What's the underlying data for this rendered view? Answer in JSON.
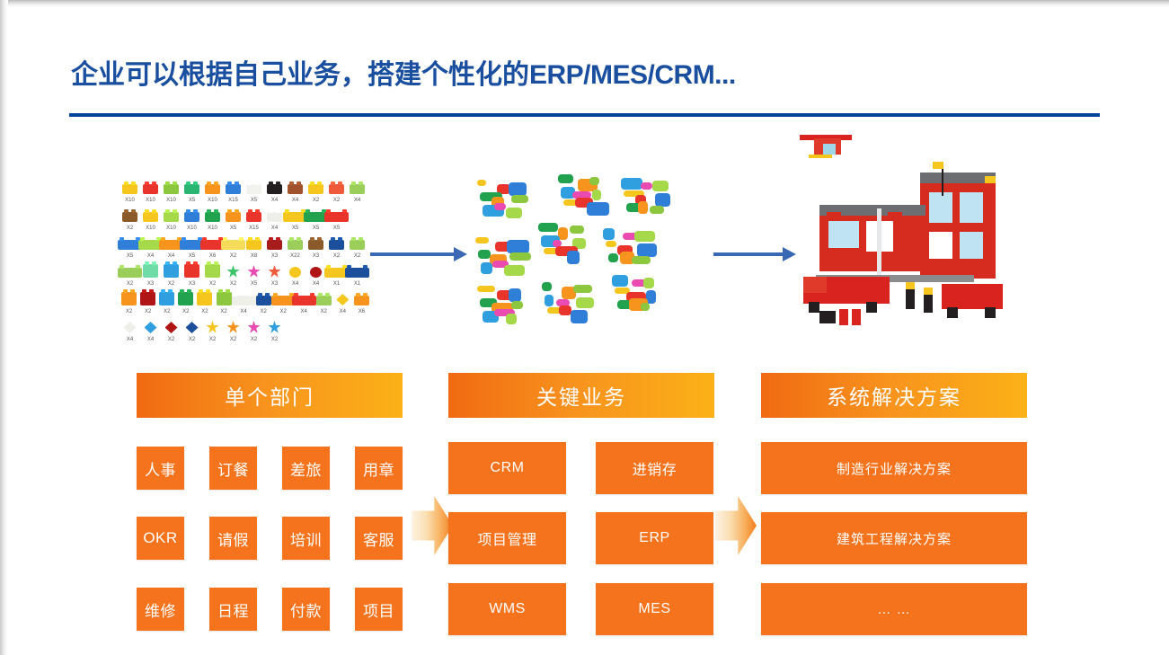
{
  "slide": {
    "title_cjk": "企业可以根据自己业务，搭建个性化的",
    "title_latin": "ERP/MES/CRM...",
    "accent_blue": "#1a4fa0",
    "rule_color": "#04449b",
    "accent_orange": "#f4731c",
    "banner_gradient_from": "#f06a11",
    "banner_gradient_to": "#fbb117"
  },
  "images": {
    "bricks": {
      "name": "lego-parts-inventory",
      "rows": [
        [
          {
            "color": "#f4c61e",
            "qty": "X10",
            "shape": "brick"
          },
          {
            "color": "#e8342a",
            "qty": "X10",
            "shape": "brick"
          },
          {
            "color": "#8dc63f",
            "qty": "X10",
            "shape": "brick"
          },
          {
            "color": "#2ab573",
            "qty": "X5",
            "shape": "brick"
          },
          {
            "color": "#f7941e",
            "qty": "X10",
            "shape": "brick"
          },
          {
            "color": "#2f7ed8",
            "qty": "X15",
            "shape": "brick"
          },
          {
            "color": "#f2f2ee",
            "qty": "X5",
            "shape": "brick"
          },
          {
            "color": "#231f20",
            "qty": "X4",
            "shape": "brick"
          },
          {
            "color": "#a0522d",
            "qty": "X4",
            "shape": "brick"
          },
          {
            "color": "#f4c61e",
            "qty": "X2",
            "shape": "brick"
          },
          {
            "color": "#ef5a3a",
            "qty": "X2",
            "shape": "brick"
          },
          {
            "color": "#9acd5a",
            "qty": "X4",
            "shape": "brick"
          }
        ],
        [
          {
            "color": "#8b5a2b",
            "qty": "X2",
            "shape": "brick"
          },
          {
            "color": "#f4c61e",
            "qty": "X10",
            "shape": "brick"
          },
          {
            "color": "#a6d94a",
            "qty": "X10",
            "shape": "brick"
          },
          {
            "color": "#2f7ed8",
            "qty": "X10",
            "shape": "brick"
          },
          {
            "color": "#22a14f",
            "qty": "X10",
            "shape": "brick"
          },
          {
            "color": "#f7941e",
            "qty": "X5",
            "shape": "brick"
          },
          {
            "color": "#e8342a",
            "qty": "X15",
            "shape": "brick"
          },
          {
            "color": "#efefe9",
            "qty": "X4",
            "shape": "brick"
          },
          {
            "color": "#f4c61e",
            "qty": "X5",
            "shape": "wide"
          },
          {
            "color": "#22a14f",
            "qty": "X5",
            "shape": "wide"
          },
          {
            "color": "#e8342a",
            "qty": "X5",
            "shape": "wide"
          }
        ],
        [
          {
            "color": "#2f7ed8",
            "qty": "X5",
            "shape": "wide"
          },
          {
            "color": "#a6d94a",
            "qty": "X4",
            "shape": "wide"
          },
          {
            "color": "#f7941e",
            "qty": "X4",
            "shape": "wide"
          },
          {
            "color": "#2f7ed8",
            "qty": "X5",
            "shape": "wide"
          },
          {
            "color": "#e8342a",
            "qty": "X6",
            "shape": "wide"
          },
          {
            "color": "#f4dc5a",
            "qty": "X2",
            "shape": "wide"
          },
          {
            "color": "#f4c61e",
            "qty": "X8",
            "shape": "brick"
          },
          {
            "color": "#a61c1c",
            "qty": "X3",
            "shape": "brick"
          },
          {
            "color": "#9acd5a",
            "qty": "X22",
            "shape": "brick"
          },
          {
            "color": "#8b5a2b",
            "qty": "X3",
            "shape": "brick"
          },
          {
            "color": "#1b4f9c",
            "qty": "X2",
            "shape": "brick"
          },
          {
            "color": "#9acd5a",
            "qty": "X2",
            "shape": "brick"
          }
        ],
        [
          {
            "color": "#9acd5a",
            "qty": "X2",
            "shape": "wide"
          },
          {
            "color": "#6fdba6",
            "qty": "X3",
            "shape": "tall"
          },
          {
            "color": "#2f9fe0",
            "qty": "X2",
            "shape": "tall"
          },
          {
            "color": "#e8342a",
            "qty": "X3",
            "shape": "tall"
          },
          {
            "color": "#a6d94a",
            "qty": "X2",
            "shape": "tall"
          },
          {
            "color": "#3fc46b",
            "qty": "X2",
            "shape": "star"
          },
          {
            "color": "#ea4bb0",
            "qty": "X5",
            "shape": "star"
          },
          {
            "color": "#ef5a3a",
            "qty": "X3",
            "shape": "star"
          },
          {
            "color": "#f4c61e",
            "qty": "X4",
            "shape": "round"
          },
          {
            "color": "#b01515",
            "qty": "X4",
            "shape": "round"
          },
          {
            "color": "#f4c61e",
            "qty": "X1",
            "shape": "wide"
          },
          {
            "color": "#1b4f9c",
            "qty": "X1",
            "shape": "wide"
          }
        ],
        [
          {
            "color": "#f7941e",
            "qty": "X2",
            "shape": "tall"
          },
          {
            "color": "#b01515",
            "qty": "X2",
            "shape": "tall"
          },
          {
            "color": "#2f9fe0",
            "qty": "X2",
            "shape": "tall"
          },
          {
            "color": "#22a14f",
            "qty": "X2",
            "shape": "tall"
          },
          {
            "color": "#f4c61e",
            "qty": "X2",
            "shape": "tall"
          },
          {
            "color": "#8dc63f",
            "qty": "X2",
            "shape": "tall"
          },
          {
            "color": "#efefe9",
            "qty": "X4",
            "shape": "wide"
          },
          {
            "color": "#1b4f9c",
            "qty": "X2",
            "shape": "brick"
          },
          {
            "color": "#f7941e",
            "qty": "X2",
            "shape": "wide"
          },
          {
            "color": "#e8342a",
            "qty": "X4",
            "shape": "wide"
          },
          {
            "color": "#9acd5a",
            "qty": "X2",
            "shape": "brick"
          },
          {
            "color": "#f4c61e",
            "qty": "X4",
            "shape": "diamond"
          },
          {
            "color": "#f7941e",
            "qty": "X6",
            "shape": "brick"
          }
        ],
        [
          {
            "color": "#efefe9",
            "qty": "X4",
            "shape": "diamond"
          },
          {
            "color": "#2f9fe0",
            "qty": "X4",
            "shape": "diamond"
          },
          {
            "color": "#b01515",
            "qty": "X2",
            "shape": "diamond"
          },
          {
            "color": "#1b4f9c",
            "qty": "X2",
            "shape": "diamond"
          },
          {
            "color": "#f4c61e",
            "qty": "X2",
            "shape": "star"
          },
          {
            "color": "#f7941e",
            "qty": "X2",
            "shape": "star"
          },
          {
            "color": "#ea4bb0",
            "qty": "X2",
            "shape": "star"
          },
          {
            "color": "#2f9fe0",
            "qty": "X2",
            "shape": "star"
          }
        ]
      ]
    },
    "models": {
      "name": "lego-assembled-models"
    },
    "station": {
      "name": "lego-fire-station-set"
    }
  },
  "arrows": {
    "blue_1": "arrow-bricks-to-models",
    "blue_2": "arrow-models-to-station",
    "chevron_1": "chevron-dept-to-business",
    "chevron_2": "chevron-business-to-solution"
  },
  "columns": [
    {
      "banner": "单个部门",
      "tiles": [
        {
          "label": "人事",
          "latin": false
        },
        {
          "label": "订餐",
          "latin": false
        },
        {
          "label": "差旅",
          "latin": false
        },
        {
          "label": "用章",
          "latin": false
        },
        {
          "label": "OKR",
          "latin": true
        },
        {
          "label": "请假",
          "latin": false
        },
        {
          "label": "培训",
          "latin": false
        },
        {
          "label": "客服",
          "latin": false
        },
        {
          "label": "维修",
          "latin": false
        },
        {
          "label": "日程",
          "latin": false
        },
        {
          "label": "付款",
          "latin": false
        },
        {
          "label": "项目",
          "latin": false
        }
      ]
    },
    {
      "banner": "关键业务",
      "tiles": [
        {
          "label": "CRM",
          "latin": true
        },
        {
          "label": "进销存",
          "latin": false
        },
        {
          "label": "项目管理",
          "latin": false
        },
        {
          "label": "ERP",
          "latin": true
        },
        {
          "label": "WMS",
          "latin": true
        },
        {
          "label": "MES",
          "latin": true
        }
      ]
    },
    {
      "banner": "系统解决方案",
      "tiles": [
        {
          "label": "制造行业解决方案",
          "latin": false
        },
        {
          "label": "建筑工程解决方案",
          "latin": false
        },
        {
          "label": "… …",
          "latin": true
        }
      ]
    }
  ]
}
